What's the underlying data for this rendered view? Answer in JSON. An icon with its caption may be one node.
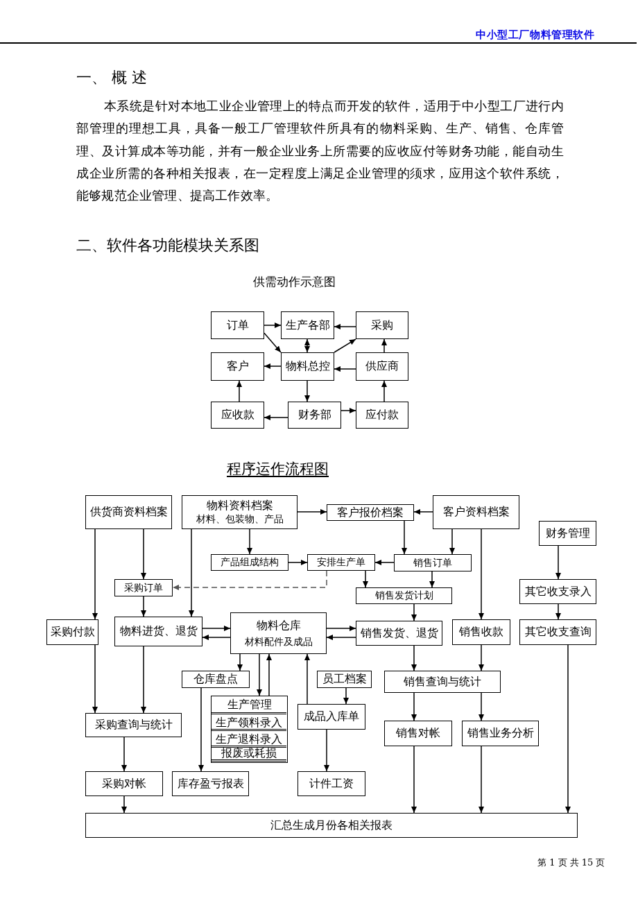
{
  "diagram": {
    "nodes": [
      {
        "text": [
          "订单"
        ]
      },
      {
        "text": [
          "生产各部"
        ]
      },
      {
        "text": [
          "采购"
        ]
      },
      {
        "text": [
          "客户"
        ]
      },
      {
        "text": [
          "物料总控"
        ]
      },
      {
        "text": [
          "供应商"
        ]
      },
      {
        "text": [
          "应收款"
        ]
      },
      {
        "text": [
          "财务部"
        ]
      },
      {
        "text": [
          "应付款"
        ]
      },
      {
        "text": [
          "供货商资料档案"
        ]
      },
      {
        "text": [
          "物料资料档案",
          "材料、包装物、产品"
        ]
      },
      {
        "text": [
          "客户报价档案"
        ]
      },
      {
        "text": [
          "客户资料档案"
        ]
      },
      {
        "text": [
          "财务管理"
        ]
      },
      {
        "text": [
          "产品组成结构"
        ]
      },
      {
        "text": [
          "安排生产单"
        ]
      },
      {
        "text": [
          "销售订单"
        ]
      },
      {
        "text": [
          "采购订单"
        ]
      },
      {
        "text": [
          "销售发货计划"
        ]
      },
      {
        "text": [
          "其它收支录入"
        ]
      },
      {
        "text": [
          "采购付款"
        ]
      },
      {
        "text": [
          "物料进货、退货"
        ]
      },
      {
        "text": [
          "物料仓库",
          "材料配件及成品"
        ]
      },
      {
        "text": [
          "销售发货、退货"
        ]
      },
      {
        "text": [
          "销售收款"
        ]
      },
      {
        "text": [
          "其它收支查询"
        ]
      },
      {
        "text": [
          "仓库盘点"
        ]
      },
      {
        "text": [
          "员工档案"
        ]
      },
      {
        "text": [
          "销售查询与统计"
        ]
      },
      {
        "text": [
          "生产管理"
        ]
      },
      {
        "text": [
          "生产领料录入"
        ],
        "in": 29
      },
      {
        "text": [
          "生产退料录入"
        ],
        "in": 29
      },
      {
        "text": [
          "报废或耗损"
        ],
        "in": 29
      },
      {
        "text": [
          "成品入库单"
        ]
      },
      {
        "text": [
          "采购查询与统计"
        ]
      },
      {
        "text": [
          "销售对帐"
        ]
      },
      {
        "text": [
          "销售业务分析"
        ]
      },
      {
        "text": [
          "采购对帐"
        ]
      },
      {
        "text": [
          "库存盈亏报表"
        ]
      },
      {
        "text": [
          "计件工资"
        ]
      },
      {
        "text": [
          "汇总生成月份各相关报表"
        ]
      }
    ],
    "edges": [
      {
        "from": 0,
        "to": 1,
        "arrow": "to"
      },
      {
        "from": 0,
        "to": 4,
        "arrow": "to"
      },
      {
        "from": 1,
        "to": 4,
        "arrow": "both"
      },
      {
        "from": 4,
        "to": 2,
        "arrow": "to"
      },
      {
        "from": 2,
        "to": 1,
        "arrow": "to"
      },
      {
        "from": 4,
        "to": 3,
        "arrow": "to"
      },
      {
        "from": 5,
        "to": 4,
        "arrow": "to"
      },
      {
        "from": 5,
        "to": 2,
        "arrow": "to"
      },
      {
        "from": 4,
        "to": 7,
        "arrow": "to"
      },
      {
        "from": 7,
        "to": 6,
        "arrow": "to"
      },
      {
        "from": 7,
        "to": 8,
        "arrow": "to"
      },
      {
        "from": 8,
        "to": 5,
        "arrow": "to"
      },
      {
        "from": 6,
        "to": 3,
        "arrow": "to"
      },
      {
        "from": 9,
        "to": 20,
        "arrow": "to"
      },
      {
        "from": 9,
        "to": 17,
        "arrow": "to"
      },
      {
        "from": 10,
        "to": 21,
        "arrow": "to"
      },
      {
        "from": 10,
        "to": 14,
        "arrow": "to"
      },
      {
        "from": 10,
        "to": 11,
        "arrow": "to"
      },
      {
        "from": 12,
        "to": 11,
        "arrow": "to"
      },
      {
        "from": 14,
        "to": 15,
        "arrow": "to"
      },
      {
        "from": 16,
        "to": 15,
        "arrow": "to"
      },
      {
        "from": 11,
        "to": 16,
        "arrow": "to"
      },
      {
        "from": 12,
        "to": 16,
        "arrow": "to"
      },
      {
        "from": 15,
        "to": 17,
        "arrow": "to",
        "style": "dashed",
        "color": "#555555"
      },
      {
        "from": 15,
        "to": 18,
        "arrow": "to"
      },
      {
        "from": 16,
        "to": 18,
        "arrow": "to"
      },
      {
        "from": 12,
        "to": 24,
        "arrow": "to"
      },
      {
        "from": 13,
        "to": 19,
        "arrow": "to"
      },
      {
        "from": 19,
        "to": 25,
        "arrow": "to"
      },
      {
        "from": 17,
        "to": 21,
        "arrow": "to"
      },
      {
        "from": 18,
        "to": 23,
        "arrow": "to"
      },
      {
        "from": 21,
        "to": 22,
        "arrow": "to"
      },
      {
        "from": 22,
        "to": 21,
        "arrow": "to"
      },
      {
        "from": 22,
        "to": 23,
        "arrow": "to"
      },
      {
        "from": 23,
        "to": 22,
        "arrow": "to"
      },
      {
        "from": 20,
        "to": 34,
        "arrow": "to"
      },
      {
        "from": 21,
        "to": 34,
        "arrow": "to"
      },
      {
        "from": 22,
        "to": 26,
        "arrow": "to"
      },
      {
        "from": 22,
        "to": 29,
        "arrow": "to"
      },
      {
        "from": 29,
        "to": 22,
        "arrow": "to"
      },
      {
        "from": 33,
        "to": 22,
        "arrow": "to"
      },
      {
        "from": 27,
        "to": 33,
        "arrow": "to"
      },
      {
        "from": 33,
        "to": 39,
        "arrow": "to"
      },
      {
        "from": 26,
        "to": 38,
        "arrow": "to"
      },
      {
        "from": 34,
        "to": 37,
        "arrow": "to"
      },
      {
        "from": 37,
        "to": 40,
        "arrow": "to"
      },
      {
        "from": 23,
        "to": 28,
        "arrow": "to"
      },
      {
        "from": 24,
        "to": 28,
        "arrow": "to"
      },
      {
        "from": 28,
        "to": 35,
        "arrow": "to"
      },
      {
        "from": 28,
        "to": 36,
        "arrow": "to"
      },
      {
        "from": 35,
        "to": 40,
        "arrow": "to"
      },
      {
        "from": 36,
        "to": 40,
        "arrow": "to"
      },
      {
        "from": 25,
        "to": 40,
        "arrow": "to"
      }
    ],
    "labels": [
      "中小型工厂物料管理软件",
      "一、 概 述",
      "本系统是针对本地工业企业管理上的特点而开发的软件，适用于中小型工厂进行内部管理的理想工具，具备一般工厂管理软件所具有的物料采购、生产、销售、仓库管理、及计算成本等功能，并有一般企业业务上所需要的应收应付等财务功能，能自动生成企业所需的各种相关报表，在一定程度上满足企业管理的须求，应用这个软件系统，能够规范企业管理、提高工作效率。",
      "二、软件各功能模块关系图",
      "供需动作示意图",
      "程序运作流程图",
      "第 1 页 共 15 页"
    ]
  }
}
